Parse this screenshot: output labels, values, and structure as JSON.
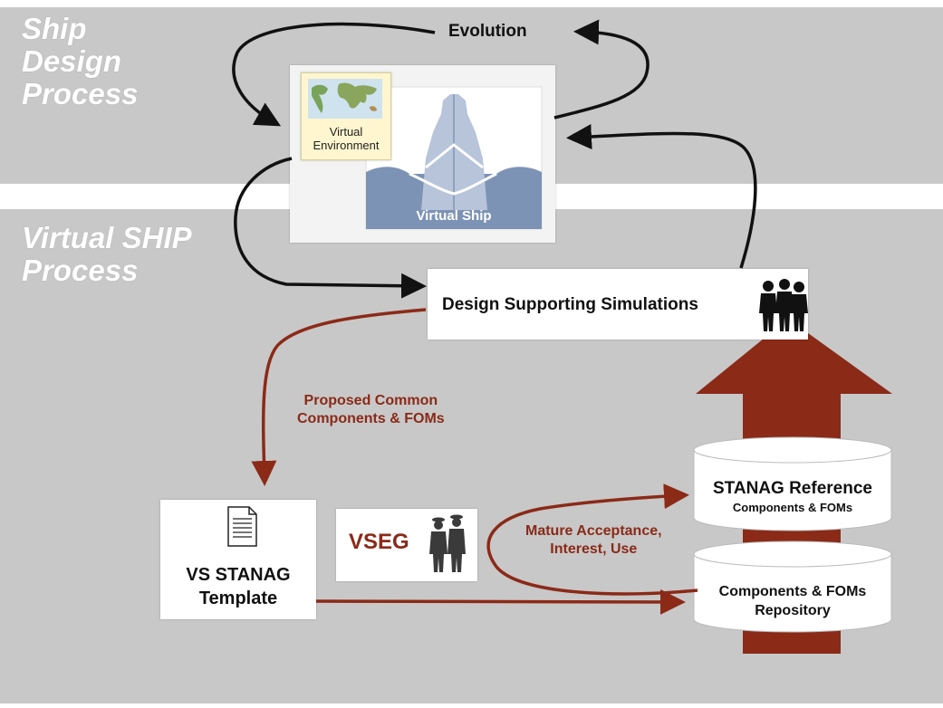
{
  "sections": {
    "ship_design_process": [
      "Ship",
      "Design",
      "Process"
    ],
    "virtual_ship_process": [
      "Virtual SHIP",
      "Process"
    ]
  },
  "labels": {
    "evolution": "Evolution",
    "virtual_environment": [
      "Virtual",
      "Environment"
    ],
    "virtual_ship": "Virtual Ship",
    "design_supporting_simulations": "Design Supporting Simulations",
    "proposed_common": [
      "Proposed Common",
      "Components & FOMs"
    ],
    "vs_stanag_template": [
      "VS STANAG",
      "Template"
    ],
    "vseg": "VSEG",
    "mature_acceptance": [
      "Mature Acceptance,",
      "Interest, Use"
    ],
    "stanag_reference": {
      "title": "STANAG Reference",
      "subtitle": "Components & FOMs"
    },
    "repository": [
      "Components & FOMs",
      "Repository"
    ]
  },
  "colors": {
    "background_band": "#c8c8c8",
    "accent_red": "#8b2a17",
    "text_dark": "#1a1a1a",
    "ship_blue": "#7d93b5"
  }
}
